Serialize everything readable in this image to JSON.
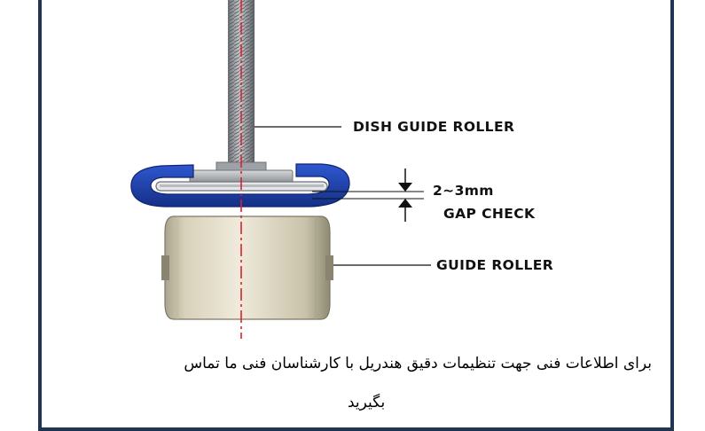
{
  "colors": {
    "frame": "#1f3552",
    "dish": "#1c3fa8",
    "centerline": "#e0202a",
    "roller": "#d9d3bd",
    "shaft": "#8c9094"
  },
  "labels": {
    "dish_guide_roller": "DISH GUIDE ROLLER",
    "gap_value": "2~3mm",
    "gap_check": "GAP CHECK",
    "guide_roller": "GUIDE ROLLER"
  },
  "caption": {
    "line1": "برای اطلاعات فنی جهت تنظیمات  دقیق هندریل با کارشناسان فنی ما تماس",
    "line2": "بگیرید"
  }
}
